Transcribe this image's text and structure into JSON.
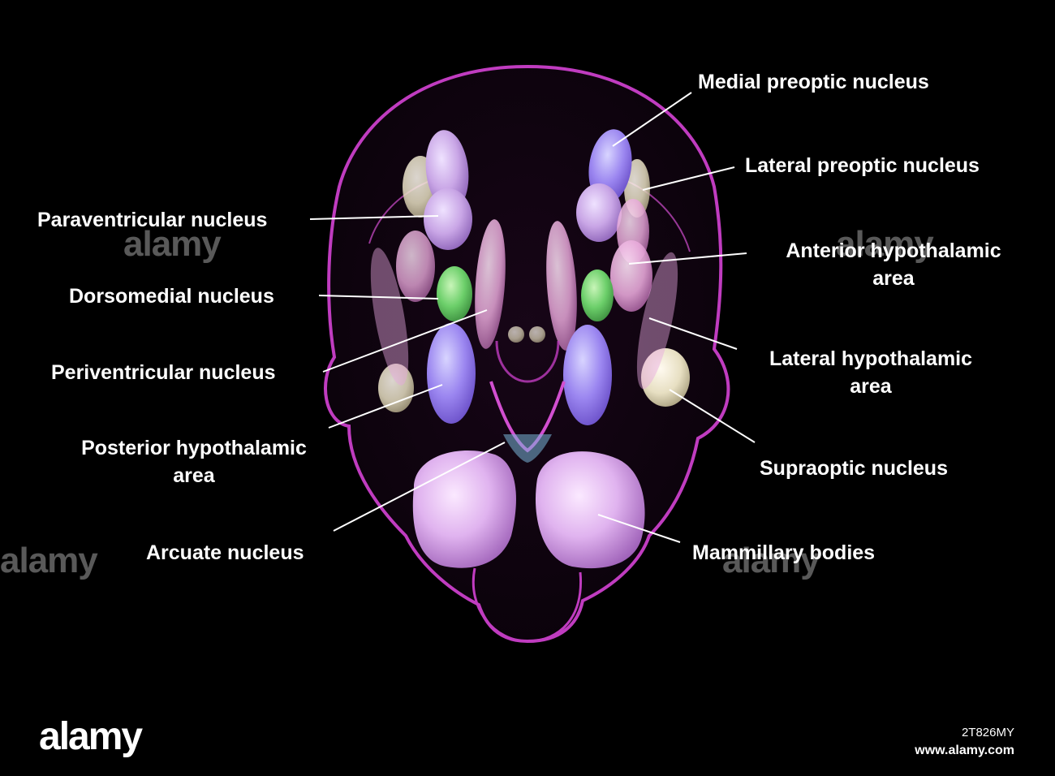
{
  "labels": {
    "medial_preoptic": "Medial preoptic nucleus",
    "lateral_preoptic": "Lateral preoptic nucleus",
    "paraventricular": "Paraventricular nucleus",
    "anterior_hypothalamic": [
      "Anterior hypothalamic",
      "area"
    ],
    "dorsomedial": "Dorsomedial nucleus",
    "periventricular": "Periventricular nucleus",
    "lateral_hypothalamic": [
      "Lateral hypothalamic",
      "area"
    ],
    "posterior_hypothalamic": [
      "Posterior hypothalamic",
      "area"
    ],
    "supraoptic": "Supraoptic nucleus",
    "arcuate": "Arcuate nucleus",
    "mammillary": "Mammillary bodies"
  },
  "watermark": {
    "brand": "alamy",
    "image_id": "2T826MY",
    "url": "www.alamy.com"
  },
  "colors": {
    "background": "#000000",
    "outline": "#c03cc0",
    "lilac": "#c9a6e6",
    "violet": "#9b86f0",
    "green": "#6ccf6a",
    "cream": "#e7dfc2",
    "pink": "#e7a7d9",
    "label_text": "#ffffff",
    "leader_line": "#ffffff"
  }
}
